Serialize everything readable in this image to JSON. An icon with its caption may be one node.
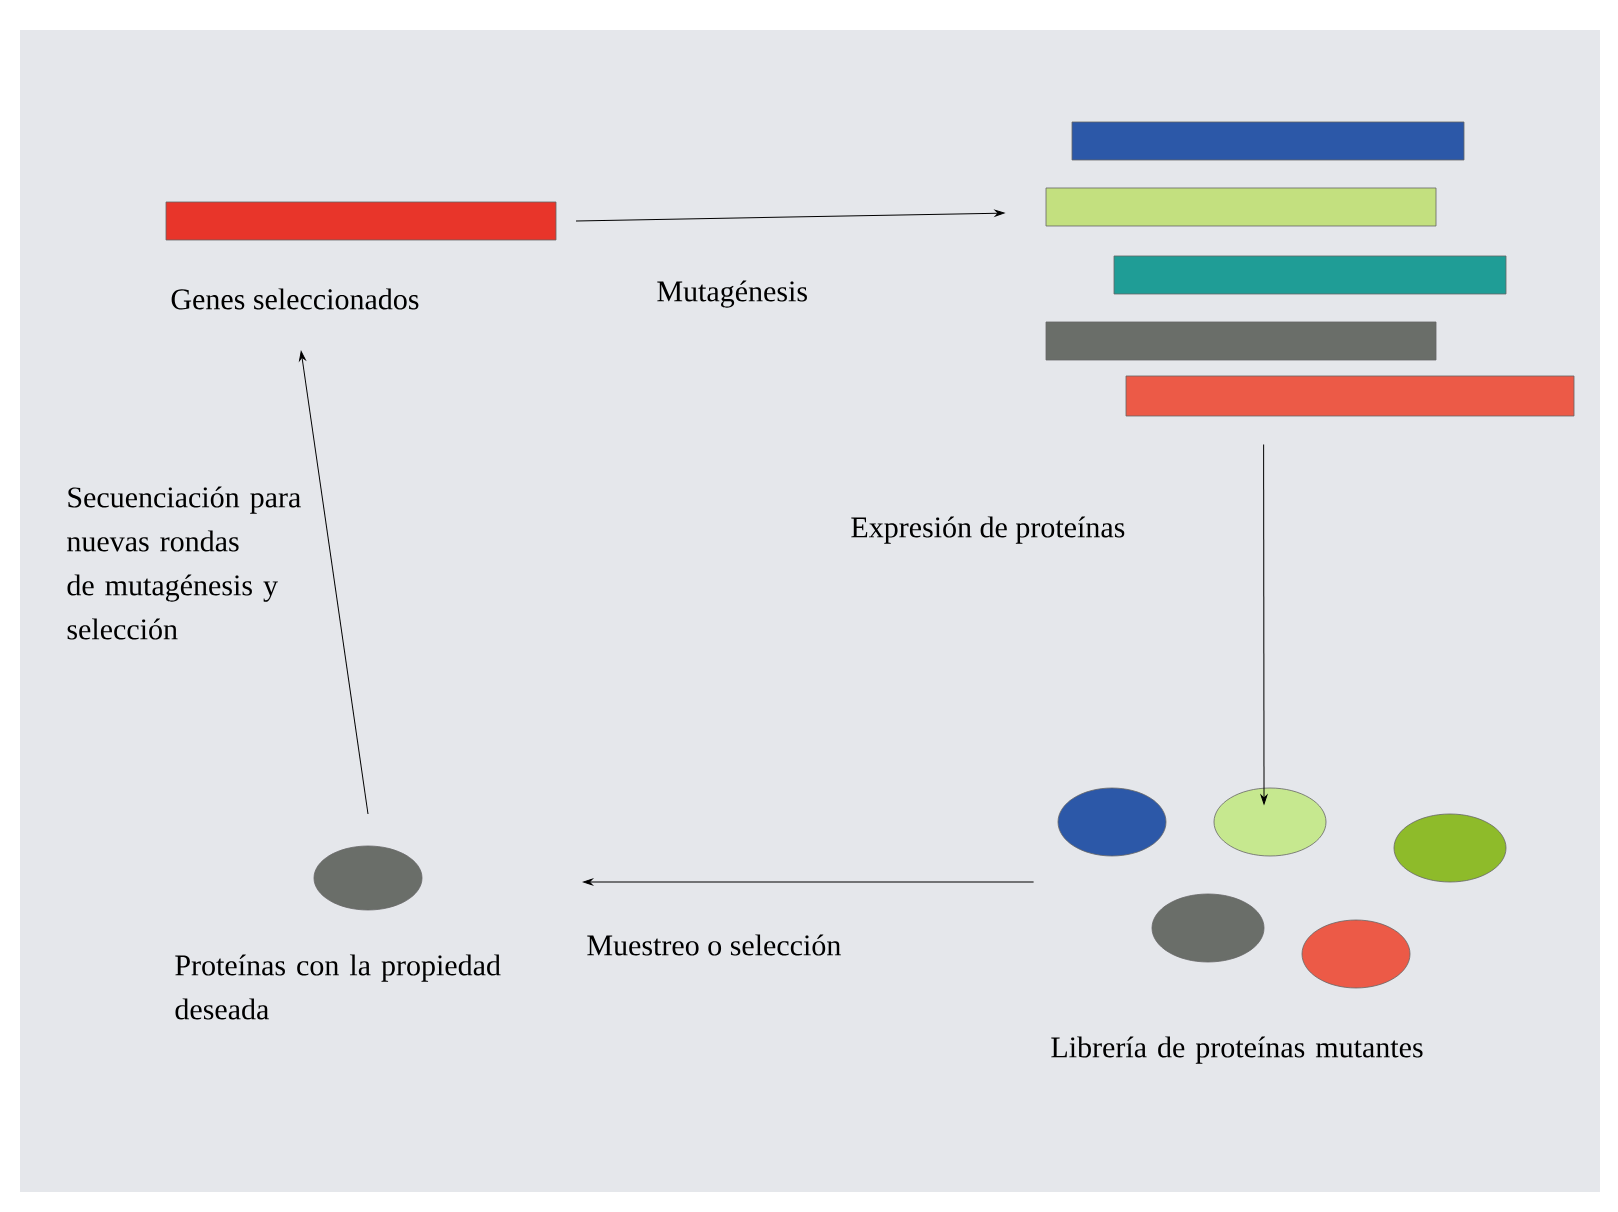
{
  "diagram": {
    "nodes": [
      {
        "text": [
          "Genes seleccionados"
        ]
      },
      {
        "text": [],
        "shape": "bar"
      },
      {
        "text": [],
        "shape": "bar"
      },
      {
        "text": [],
        "shape": "bar"
      },
      {
        "text": [],
        "shape": "bar"
      },
      {
        "text": [],
        "shape": "bar"
      },
      {
        "text": [],
        "shape": "circle"
      },
      {
        "text": [],
        "shape": "circle"
      },
      {
        "text": [],
        "shape": "circle"
      },
      {
        "text": [],
        "shape": "circle"
      },
      {
        "text": [],
        "shape": "circle"
      },
      {
        "text": [
          "Proteínas con la propiedad deseada"
        ]
      }
    ],
    "edges": [
      {
        "from": 0,
        "to": 2,
        "arrow": "to",
        "label": "Mutagénesis"
      },
      {
        "from": 5,
        "to": 7,
        "arrow": "to",
        "label": "Expresión de proteínas"
      },
      {
        "from": 6,
        "to": 11,
        "arrow": "to",
        "label": "Muestreo o selección"
      },
      {
        "from": 11,
        "to": 0,
        "arrow": "to",
        "label": "Secuenciación para nuevas rondas de mutagénesis y selección"
      }
    ],
    "labels": [
      "Librería de proteínas mutantes"
    ]
  }
}
